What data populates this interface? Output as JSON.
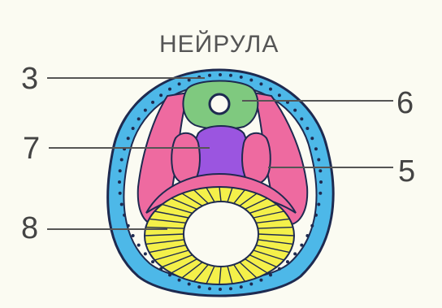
{
  "title": "НЕЙРУЛА",
  "labels": [
    "3",
    "6",
    "7",
    "5",
    "8"
  ],
  "colors": {
    "ectoderm": "#4db8e8",
    "neural": "#7fc97f",
    "notochord": "#9b55e0",
    "mesoderm": "#ee6aa0",
    "endoderm": "#f4f04a",
    "outline": "#1e2a50",
    "background": "#fbfbf2"
  }
}
